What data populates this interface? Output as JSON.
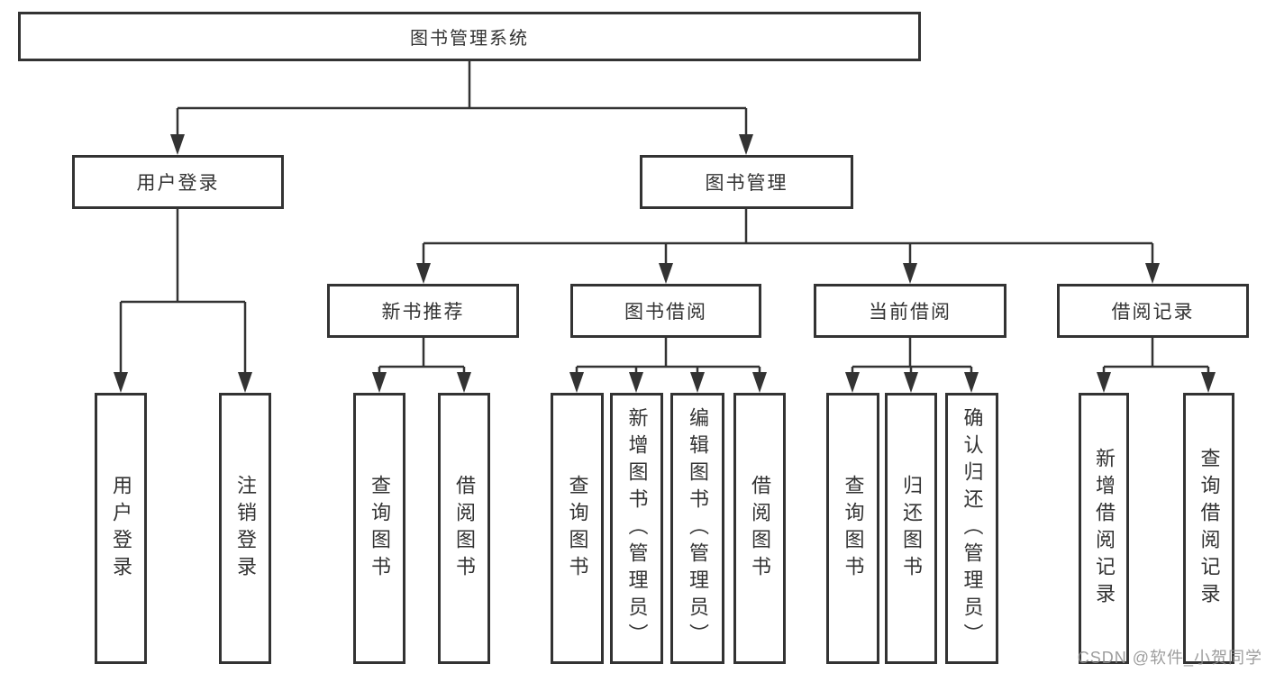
{
  "diagram": {
    "root": {
      "label": "图书管理系统"
    },
    "branches": [
      {
        "label": "用户登录",
        "leaves": [
          {
            "label": "用户登录"
          },
          {
            "label": "注销登录"
          }
        ]
      },
      {
        "label": "图书管理",
        "groups": [
          {
            "label": "新书推荐",
            "leaves": [
              {
                "label": "查询图书"
              },
              {
                "label": "借阅图书"
              }
            ]
          },
          {
            "label": "图书借阅",
            "leaves": [
              {
                "label": "查询图书"
              },
              {
                "label": "新增图书（管理员）"
              },
              {
                "label": "编辑图书（管理员）"
              },
              {
                "label": "借阅图书"
              }
            ]
          },
          {
            "label": "当前借阅",
            "leaves": [
              {
                "label": "查询图书"
              },
              {
                "label": "归还图书"
              },
              {
                "label": "确认归还（管理员）"
              }
            ]
          },
          {
            "label": "借阅记录",
            "leaves": [
              {
                "label": "新增借阅记录"
              },
              {
                "label": "查询借阅记录"
              }
            ]
          }
        ]
      }
    ],
    "watermark": "CSDN @软件_小贺同学",
    "colors": {
      "line": "#333333",
      "box_border": "#333333",
      "text": "#333333",
      "background": "#ffffff",
      "watermark": "#8c8c8c"
    }
  }
}
